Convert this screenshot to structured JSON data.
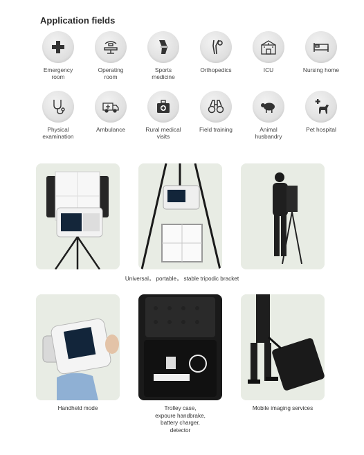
{
  "section_title": "Application fields",
  "fields": [
    {
      "label": "Emergency\nroom",
      "icon": "medical-cross-icon"
    },
    {
      "label": "Operating\nroom",
      "icon": "operating-table-icon"
    },
    {
      "label": "Sports\nmedicine",
      "icon": "knee-brace-icon"
    },
    {
      "label": "Orthopedics",
      "icon": "bone-joint-icon"
    },
    {
      "label": "ICU",
      "icon": "hospital-building-icon"
    },
    {
      "label": "Nursing home",
      "icon": "bed-icon"
    },
    {
      "label": "Physical\nexamination",
      "icon": "stethoscope-icon"
    },
    {
      "label": "Ambulance",
      "icon": "ambulance-icon"
    },
    {
      "label": "Rural medical\nvisits",
      "icon": "first-aid-kit-icon"
    },
    {
      "label": "Field training",
      "icon": "binoculars-icon"
    },
    {
      "label": "Animal\nhusbandry",
      "icon": "sheep-icon"
    },
    {
      "label": "Pet hospital",
      "icon": "dog-cross-icon"
    }
  ],
  "captions": {
    "tripod": "Universal， portable， stable tripodic bracket",
    "handheld": "Handheld mode",
    "trolley": "Trolley case,\nexpoure handbrake,\nbattery charger,\ndetector",
    "mobile": "Mobile imaging services"
  }
}
